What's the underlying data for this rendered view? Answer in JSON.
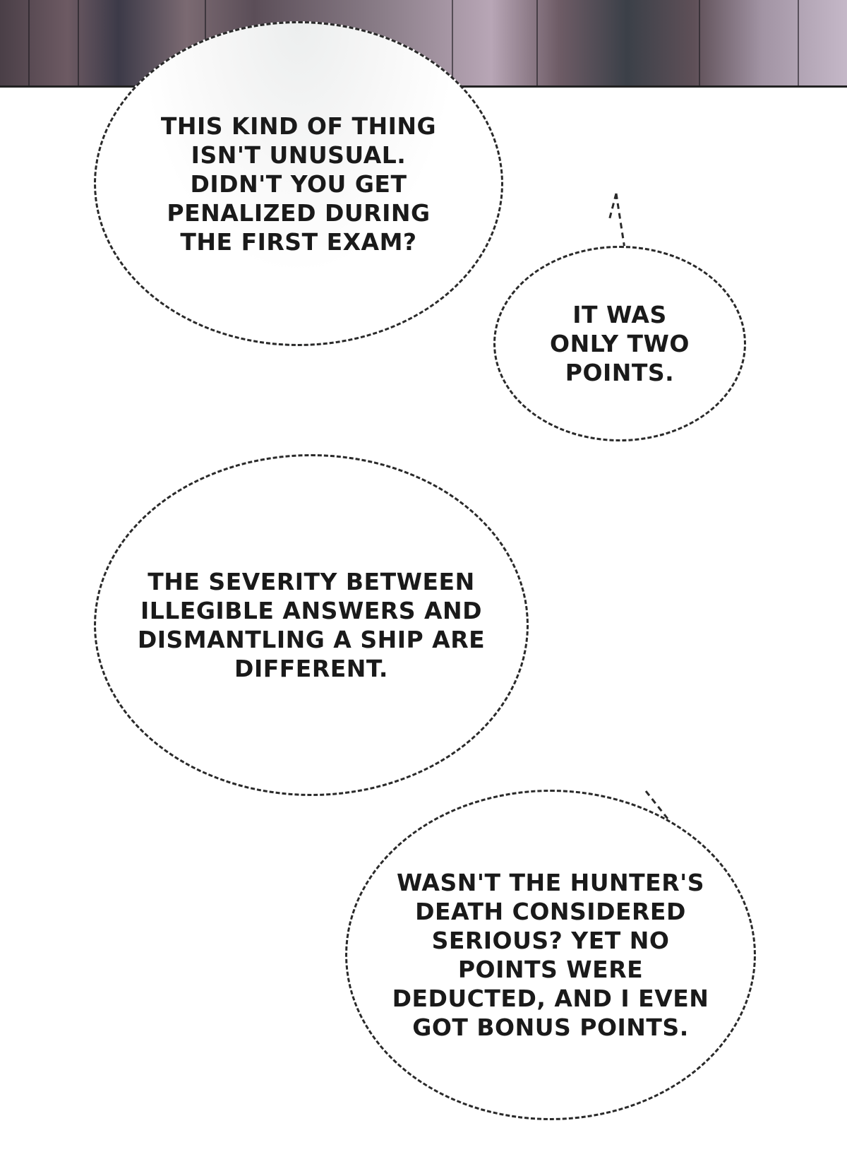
{
  "bubbles": [
    {
      "text": "This kind of thing isn't unusual. Didn't you get penalized during the first exam?"
    },
    {
      "text": "It was only two points."
    },
    {
      "text": "The severity between illegible answers and dismantling a ship are different."
    },
    {
      "text": "Wasn't the Hunter's death considered serious? Yet no points were deducted, and I even got bonus points."
    }
  ],
  "colors": {
    "ink": "#1a1a1a",
    "border": "#2a2a2a",
    "background": "#ffffff"
  }
}
